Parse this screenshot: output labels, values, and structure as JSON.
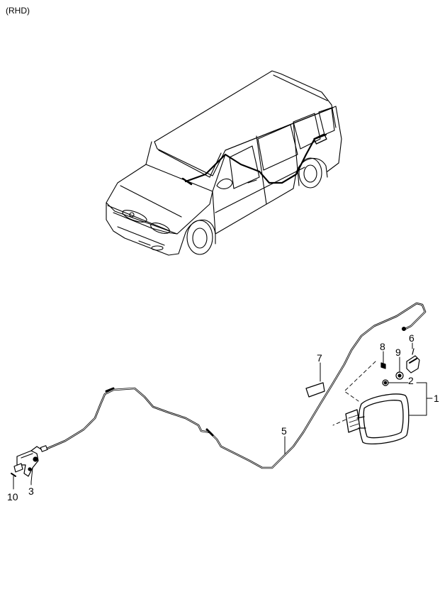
{
  "note": "(RHD)",
  "callouts": [
    {
      "id": "c1",
      "text": "1"
    },
    {
      "id": "c2",
      "text": "2"
    },
    {
      "id": "c3",
      "text": "3"
    },
    {
      "id": "c5",
      "text": "5"
    },
    {
      "id": "c6",
      "text": "6"
    },
    {
      "id": "c7",
      "text": "7"
    },
    {
      "id": "c8",
      "text": "8"
    },
    {
      "id": "c9",
      "text": "9"
    },
    {
      "id": "c10",
      "text": "10"
    }
  ],
  "colors": {
    "line": "#000000",
    "background": "#ffffff"
  }
}
